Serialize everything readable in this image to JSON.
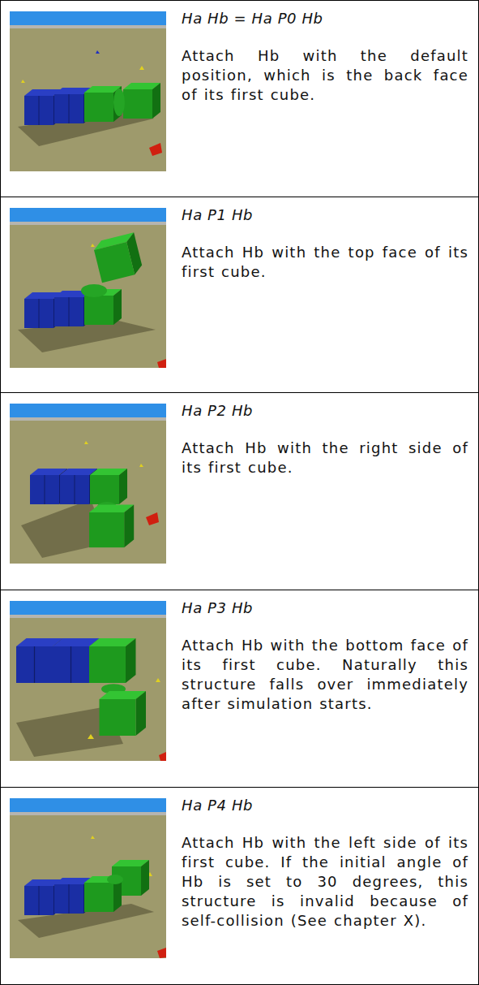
{
  "diagram": {
    "nodes": [
      {
        "text": [
          "Ha Hb = Ha P0 Hb",
          "Attach Hb with the default position, which is the back face of its first cube."
        ]
      },
      {
        "text": [
          "Ha P1 Hb",
          "Attach Hb with the top face of its first cube."
        ]
      },
      {
        "text": [
          "Ha P2 Hb",
          "Attach Hb with the right side of its first cube."
        ]
      },
      {
        "text": [
          "Ha P3 Hb",
          "Attach Hb with the bottom face of its first cube. Naturally this structure falls over immediately after simulation starts."
        ]
      },
      {
        "text": [
          "Ha P4 Hb",
          "Attach Hb with the left side of its first cube. If the initial angle of Hb is set to 30 degrees, this structure is invalid because of self-collision (See chapter X)."
        ]
      }
    ]
  }
}
